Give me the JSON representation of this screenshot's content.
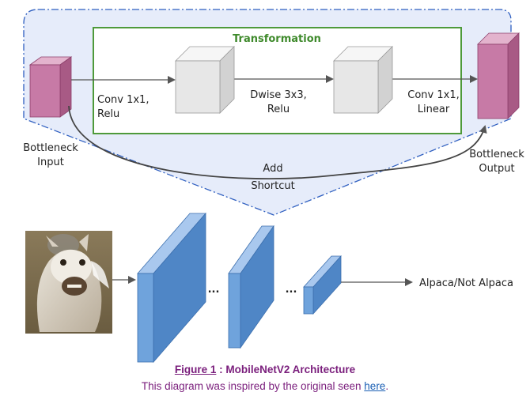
{
  "block": {
    "transformation_title": "Transformation",
    "input_label_line1": "Bottleneck",
    "input_label_line2": "Input",
    "output_label_line1": "Bottleneck",
    "output_label_line2": "Output",
    "conv1_line1": "Conv 1x1,",
    "conv1_line2": "Relu",
    "dwise_line1": "Dwise 3x3,",
    "dwise_line2": "Relu",
    "conv2_line1": "Conv 1x1,",
    "conv2_line2": "Linear",
    "shortcut_line1": "Add",
    "shortcut_line2": "Shortcut"
  },
  "network": {
    "ellipsis_1": "...",
    "ellipsis_2": "...",
    "output_label": "Alpaca/Not Alpaca"
  },
  "caption": {
    "figure_link": "Figure 1",
    "figure_sep": " : ",
    "figure_title": "MobileNetV2 Architecture",
    "note_prefix": "This diagram was inspired by the original seen ",
    "note_link": "here",
    "note_suffix": "."
  },
  "colors": {
    "region_fill": "#e6ecfa",
    "region_border": "#2f5fc0",
    "transformation_border": "#4e9a3a",
    "bottleneck_fill": "#c77aa6",
    "layer_fill": "#6fa3dc",
    "caption_purple": "#7a1e7c",
    "link_blue": "#1a5fb4"
  }
}
